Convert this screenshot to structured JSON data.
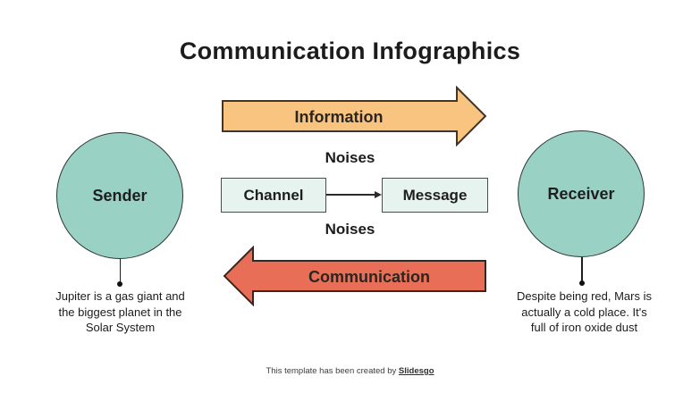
{
  "slide": {
    "title": "Communication Infographics",
    "information_arrow": {
      "label": "Information"
    },
    "communication_arrow": {
      "label": "Communication"
    },
    "noises_top": "Noises",
    "noises_bottom": "Noises",
    "sender": {
      "label": "Sender",
      "caption_lines": [
        "Jupiter is a gas giant and",
        "the biggest planet in the",
        "Solar System"
      ]
    },
    "receiver": {
      "label": "Receiver",
      "caption_lines": [
        "Despite being red, Mars is",
        "actually a cold place. It's",
        "full of iron oxide dust"
      ]
    },
    "channel": {
      "label": "Channel"
    },
    "message": {
      "label": "Message"
    },
    "footer": {
      "text": "This template has been created by ",
      "brand": "Slidesgo"
    },
    "colors": {
      "circle_fill": "#99d1c5",
      "box_fill": "#e7f3ee",
      "information_fill": "#f8c480",
      "communication_fill": "#e96e57",
      "text": "#1f1f1f"
    }
  }
}
